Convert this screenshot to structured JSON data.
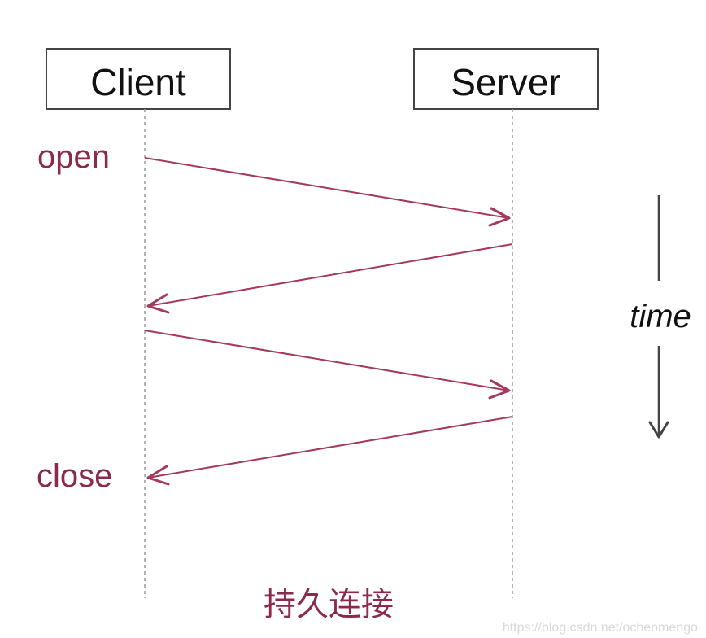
{
  "client": {
    "label": "Client"
  },
  "server": {
    "label": "Server"
  },
  "events": {
    "open": "open",
    "close": "close"
  },
  "time_label": "time",
  "caption": "持久连接",
  "watermark": "https://blog.csdn.net/ochenmengo",
  "colors": {
    "arrow": "#a33a5c",
    "event_text": "#8c2a4a",
    "caption": "#8c2a4a",
    "lifeline": "#9a9a9a",
    "box_border": "#444444",
    "time_arrow": "#444444"
  },
  "messages": [
    {
      "from": "client",
      "to": "server"
    },
    {
      "from": "server",
      "to": "client"
    },
    {
      "from": "client",
      "to": "server"
    },
    {
      "from": "server",
      "to": "client"
    }
  ]
}
